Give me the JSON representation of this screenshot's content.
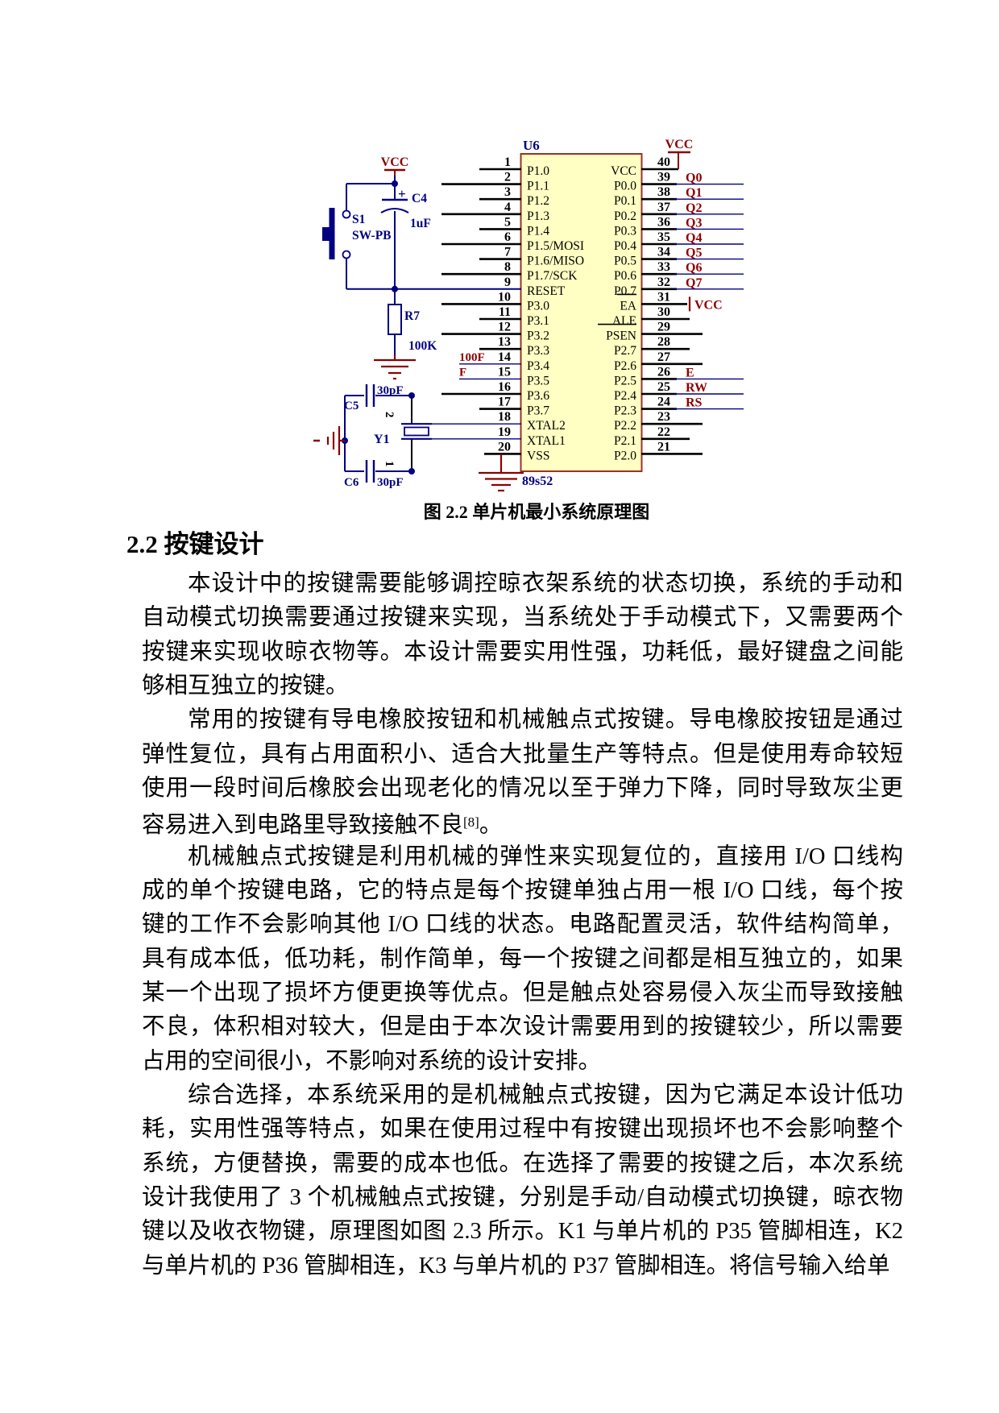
{
  "figure": {
    "caption": "图 2.2 单片机最小系统原理图",
    "chip": {
      "designator": "U6",
      "part": "89s52",
      "left_pins": [
        {
          "num": "1",
          "label": "P1.0"
        },
        {
          "num": "2",
          "label": "P1.1"
        },
        {
          "num": "3",
          "label": "P1.2"
        },
        {
          "num": "4",
          "label": "P1.3"
        },
        {
          "num": "5",
          "label": "P1.4"
        },
        {
          "num": "6",
          "label": "P1.5/MOSI"
        },
        {
          "num": "7",
          "label": "P1.6/MISO"
        },
        {
          "num": "8",
          "label": "P1.7/SCK"
        },
        {
          "num": "9",
          "label": "RESET"
        },
        {
          "num": "10",
          "label": "P3.0"
        },
        {
          "num": "11",
          "label": "P3.1"
        },
        {
          "num": "12",
          "label": "P3.2"
        },
        {
          "num": "13",
          "label": "P3.3"
        },
        {
          "num": "14",
          "label": "P3.4",
          "net": "100F"
        },
        {
          "num": "15",
          "label": "P3.5",
          "net": "F"
        },
        {
          "num": "16",
          "label": "P3.6"
        },
        {
          "num": "17",
          "label": "P3.7"
        },
        {
          "num": "18",
          "label": "XTAL2"
        },
        {
          "num": "19",
          "label": "XTAL1"
        },
        {
          "num": "20",
          "label": "VSS"
        }
      ],
      "right_pins": [
        {
          "num": "40",
          "label": "VCC",
          "net": "VCC",
          "net_type": "vcc_bar"
        },
        {
          "num": "39",
          "label": "P0.0",
          "net": "Q0"
        },
        {
          "num": "38",
          "label": "P0.1",
          "net": "Q1"
        },
        {
          "num": "37",
          "label": "P0.2",
          "net": "Q2"
        },
        {
          "num": "36",
          "label": "P0.3",
          "net": "Q3"
        },
        {
          "num": "35",
          "label": "P0.4",
          "net": "Q4"
        },
        {
          "num": "34",
          "label": "P0.5",
          "net": "Q5"
        },
        {
          "num": "33",
          "label": "P0.6",
          "net": "Q6"
        },
        {
          "num": "32",
          "label": "P0.7",
          "net": "Q7"
        },
        {
          "num": "31",
          "label": "EA",
          "overline": true,
          "net": "VCC",
          "net_type": "vcc_tick"
        },
        {
          "num": "30",
          "label": "ALE"
        },
        {
          "num": "29",
          "label": "PSEN",
          "overline": true
        },
        {
          "num": "28",
          "label": "P2.7"
        },
        {
          "num": "27",
          "label": "P2.6"
        },
        {
          "num": "26",
          "label": "P2.5",
          "net": "E"
        },
        {
          "num": "25",
          "label": "P2.4",
          "net": "RW"
        },
        {
          "num": "24",
          "label": "P2.3",
          "net": "RS"
        },
        {
          "num": "23",
          "label": "P2.2"
        },
        {
          "num": "22",
          "label": "P2.1"
        },
        {
          "num": "21",
          "label": "P2.0"
        }
      ]
    },
    "components": {
      "vcc_top_left": "VCC",
      "c4_plus": "+",
      "c4_ref": "C4",
      "c4_value": "1uF",
      "s1_ref": "S1",
      "s1_type": "SW-PB",
      "r7_ref": "R7",
      "r7_value": "100K",
      "c5_ref": "C5",
      "c5_value": "30pF",
      "c6_ref": "C6",
      "c6_value": "30pF",
      "y1_ref": "Y1",
      "y1_pin2": "2",
      "y1_pin1": "1"
    },
    "colors": {
      "wire_blue": "#000080",
      "net_red": "#8b0000",
      "chip_fill": "#ffffc4",
      "chip_border": "#9a3324",
      "black": "#000000"
    }
  },
  "section": {
    "heading": "2.2 按键设计"
  },
  "paragraphs": [
    {
      "lines": [
        "本设计中的按键需要能够调控晾衣架系统的状态切换，系统的手动和",
        "自动模式切换需要通过按键来实现，当系统处于手动模式下，又需要两个",
        "按键来实现收晾衣物等。本设计需要实用性强，功耗低，最好键盘之间能",
        "够相互独立的按键。"
      ]
    },
    {
      "lines": [
        "常用的按键有导电橡胶按钮和机械触点式按键。导电橡胶按钮是通过",
        "弹性复位，具有占用面积小、适合大批量生产等特点。但是使用寿命较短",
        "使用一段时间后橡胶会出现老化的情况以至于弹力下降，同时导致灰尘更"
      ],
      "last_line": {
        "pre": "容易进入到电路里导致接触不良",
        "sup": "[8]",
        "post": "。"
      }
    },
    {
      "lines": [
        "机械触点式按键是利用机械的弹性来实现复位的，直接用 I/O 口线构",
        "成的单个按键电路，它的特点是每个按键单独占用一根 I/O 口线，每个按",
        "键的工作不会影响其他 I/O 口线的状态。电路配置灵活，软件结构简单，",
        "具有成本低，低功耗，制作简单，每一个按键之间都是相互独立的，如果",
        "某一个出现了损坏方便更换等优点。但是触点处容易侵入灰尘而导致接触",
        "不良，体积相对较大，但是由于本次设计需要用到的按键较少，所以需要",
        "占用的空间很小，不影响对系统的设计安排。"
      ]
    },
    {
      "lines": [
        "综合选择，本系统采用的是机械触点式按键，因为它满足本设计低功",
        "耗，实用性强等特点，如果在使用过程中有按键出现损坏也不会影响整个",
        "系统，方便替换，需要的成本也低。在选择了需要的按键之后，本次系统",
        "设计我使用了 3 个机械触点式按键，分别是手动/自动模式切换键，晾衣物",
        "键以及收衣物键，原理图如图 2.3 所示。K1 与单片机的 P35 管脚相连，K2",
        "与单片机的 P36 管脚相连，K3 与单片机的 P37 管脚相连。将信号输入给单"
      ]
    }
  ]
}
